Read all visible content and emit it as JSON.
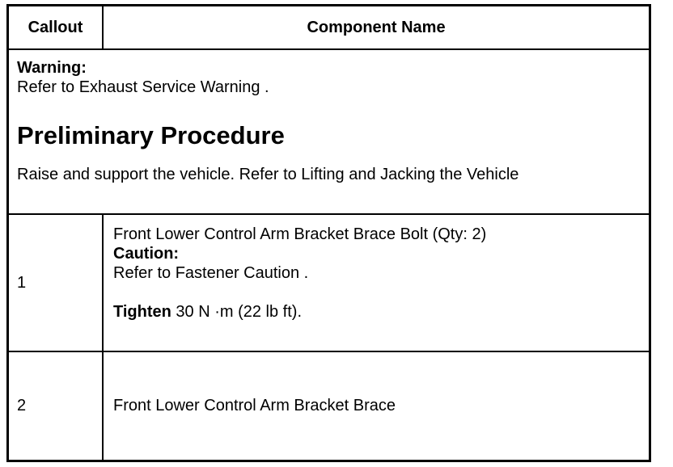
{
  "table": {
    "headers": {
      "callout": "Callout",
      "component_name": "Component Name"
    },
    "intro": {
      "warning_label": "Warning:",
      "warning_text": "Refer to Exhaust Service Warning .",
      "procedure_title": "Preliminary Procedure",
      "procedure_text": "Raise and support the vehicle. Refer to Lifting and Jacking the Vehicle"
    },
    "rows": [
      {
        "callout": "1",
        "name": "Front Lower Control Arm Bracket Brace Bolt (Qty: 2)",
        "caution_label": "Caution:",
        "caution_text": "Refer to Fastener Caution .",
        "tighten_label": "Tighten",
        "tighten_value": " 30 N ·m (22 lb ft)."
      },
      {
        "callout": "2",
        "name": "Front Lower Control Arm Bracket Brace"
      }
    ]
  }
}
